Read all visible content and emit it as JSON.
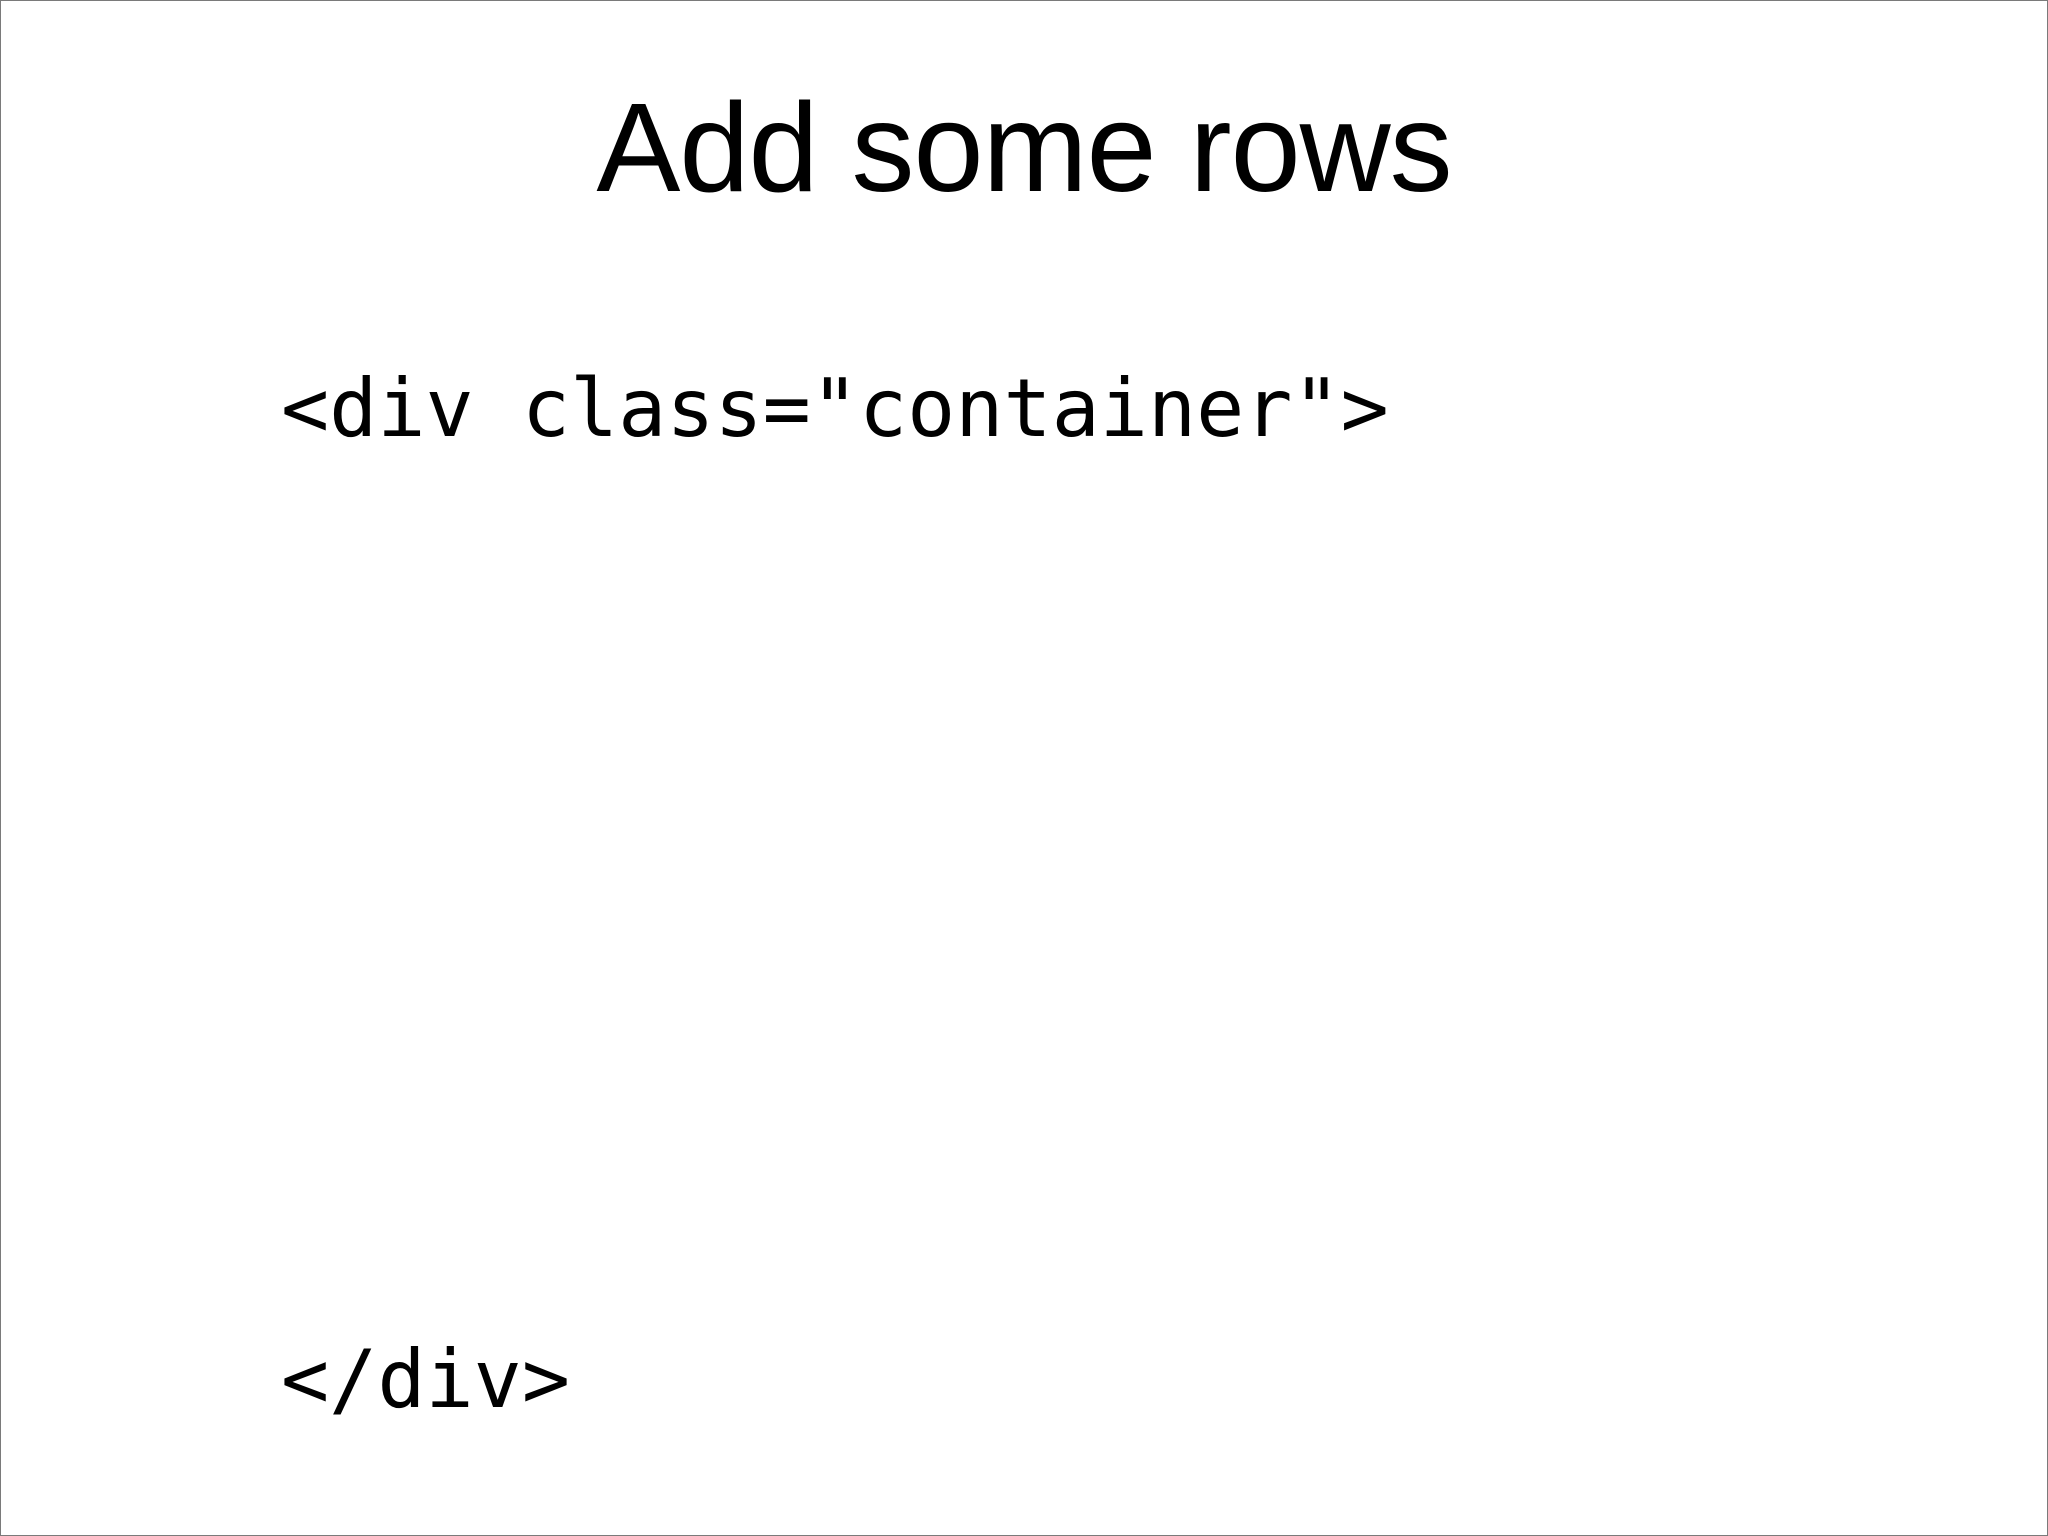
{
  "slide": {
    "title": "Add some rows",
    "code": {
      "open_tag": "<div class=\"container\">",
      "close_tag": "</div>"
    }
  }
}
